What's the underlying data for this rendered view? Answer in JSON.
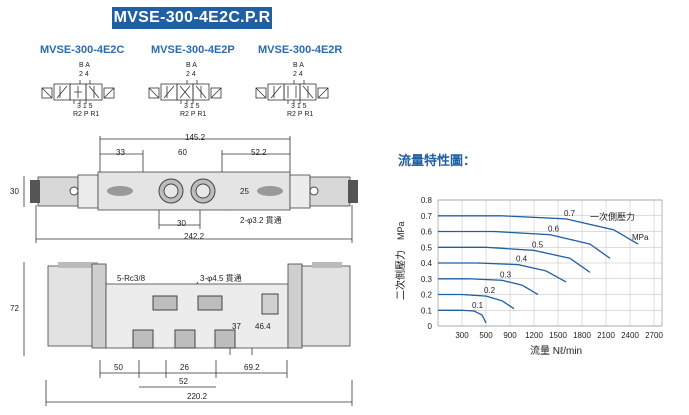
{
  "banner": "MVSE-300-4E2C.P.R",
  "variants": [
    {
      "title": "MVSE-300-4E2C",
      "top_ports": "B A",
      "top_nums": "2 4",
      "bottom_nums": "3 1 5",
      "bottom_ports": "R2 P R1"
    },
    {
      "title": "MVSE-300-4E2P",
      "top_ports": "B A",
      "top_nums": "2 4",
      "bottom_nums": "3 1 5",
      "bottom_ports": "R2 P R1"
    },
    {
      "title": "MVSE-300-4E2R",
      "top_ports": "B A",
      "top_nums": "2 4",
      "bottom_nums": "3 1 5",
      "bottom_ports": "R2 P R1"
    }
  ],
  "top_view": {
    "dims": {
      "overall_upper": "145.2",
      "a": "33",
      "b": "60",
      "c": "52.2",
      "height": "30",
      "body_h": "25",
      "pitch": "30",
      "hole_note": "2-φ3.2 貫通",
      "overall_lower": "242.2"
    }
  },
  "front_view": {
    "dims": {
      "port_note_left": "5-Rc3/8",
      "port_note_right": "3-φ4.5 貫通",
      "height": "72",
      "h1": "37",
      "h2": "46.4",
      "l1": "50",
      "l2": "26",
      "l3": "69.2",
      "l4": "52",
      "overall": "220.2"
    }
  },
  "chart_title": "流量特性圖：",
  "chart_data": {
    "type": "line",
    "xlabel": "流量",
    "xunit": "Nℓ/min",
    "ylabel": "二次側壓力",
    "yunit": "MPa",
    "primary_label": "一次側壓力",
    "primary_unit": "MPa",
    "x_ticks": [
      "300",
      "500",
      "900",
      "1200",
      "1500",
      "1800",
      "2100",
      "2400",
      "2700"
    ],
    "y_ticks": [
      "0",
      "0.1",
      "0.2",
      "0.3",
      "0.4",
      "0.5",
      "0.6",
      "0.7",
      "0.8"
    ],
    "ylim": [
      0,
      0.8
    ],
    "series": [
      {
        "name": "0.1",
        "points": [
          [
            0,
            0.1
          ],
          [
            300,
            0.1
          ],
          [
            450,
            0.095
          ],
          [
            550,
            0.07
          ],
          [
            600,
            0.02
          ]
        ]
      },
      {
        "name": "0.2",
        "points": [
          [
            0,
            0.2
          ],
          [
            300,
            0.2
          ],
          [
            600,
            0.19
          ],
          [
            800,
            0.16
          ],
          [
            950,
            0.11
          ]
        ]
      },
      {
        "name": "0.3",
        "points": [
          [
            0,
            0.3
          ],
          [
            400,
            0.3
          ],
          [
            800,
            0.29
          ],
          [
            1050,
            0.26
          ],
          [
            1250,
            0.2
          ]
        ]
      },
      {
        "name": "0.4",
        "points": [
          [
            0,
            0.4
          ],
          [
            500,
            0.4
          ],
          [
            1000,
            0.39
          ],
          [
            1350,
            0.35
          ],
          [
            1600,
            0.28
          ]
        ]
      },
      {
        "name": "0.5",
        "points": [
          [
            0,
            0.5
          ],
          [
            600,
            0.5
          ],
          [
            1200,
            0.48
          ],
          [
            1650,
            0.43
          ],
          [
            1900,
            0.34
          ]
        ]
      },
      {
        "name": "0.6",
        "points": [
          [
            0,
            0.6
          ],
          [
            700,
            0.6
          ],
          [
            1400,
            0.58
          ],
          [
            1900,
            0.52
          ],
          [
            2150,
            0.43
          ]
        ]
      },
      {
        "name": "0.7",
        "points": [
          [
            0,
            0.7
          ],
          [
            800,
            0.7
          ],
          [
            1600,
            0.68
          ],
          [
            2200,
            0.61
          ],
          [
            2500,
            0.52
          ]
        ]
      }
    ]
  }
}
